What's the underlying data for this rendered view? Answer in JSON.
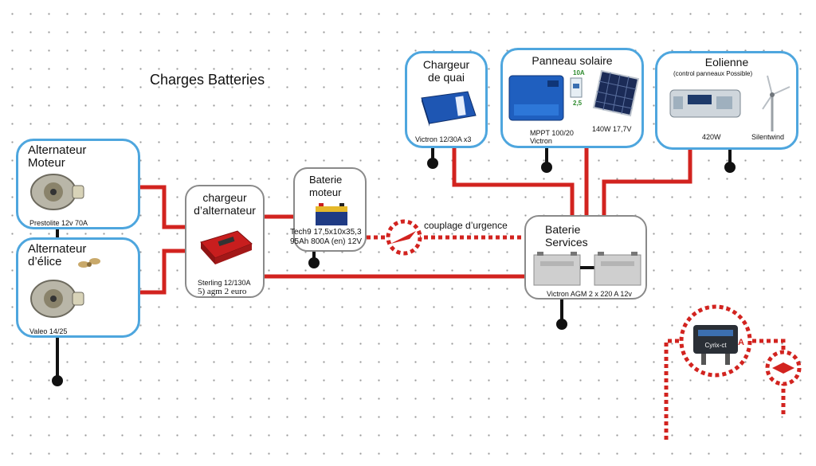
{
  "page_title": "Charges Batteries",
  "nodes": {
    "alt_engine": {
      "title_line1": "Alternateur",
      "title_line2": "Moteur",
      "caption": "Prestolite 12v 70A",
      "icon": "alternator-icon"
    },
    "alt_prop": {
      "title_line1": "Alternateur",
      "title_line2": "d’élice",
      "caption": "Valeo 14/25",
      "icon": "alternator-icon"
    },
    "alt_charger": {
      "title_line1": "chargeur",
      "title_line2": "d’alternateur",
      "caption_line1": "Sterling 12/130A",
      "caption_line2": "5) agm 2 euro",
      "icon": "charger-device-icon"
    },
    "engine_battery": {
      "title_line1": "Baterie",
      "title_line2": "moteur",
      "caption_line1": "Tech9 17,5x10x35,3",
      "caption_line2": "95Ah 800A (en) 12V",
      "icon": "car-battery-icon"
    },
    "shore_charger": {
      "title_line1": "Chargeur",
      "title_line2": "de quai",
      "caption": "Victron 12/30A  x3",
      "icon": "shore-charger-icon"
    },
    "solar": {
      "title": "Panneau solaire",
      "tag_top": "10A",
      "tag_bottom": "2,5",
      "caption_line1": "MPPT 100/20",
      "caption_line2": "Victron",
      "panel_caption": "140W 17,7V",
      "icon": "solar-panel-icon"
    },
    "wind": {
      "title": "Eolienne",
      "subtitle": "(control panneaux Possible)",
      "caption": "420W",
      "turbine_caption": "Silentwind",
      "icon": "wind-turbine-icon"
    },
    "service_battery": {
      "title_line1": "Baterie",
      "title_line2": "Services",
      "caption": "Victron AGM 2 x 220 A 12v",
      "icon": "agm-battery-icon"
    }
  },
  "emergency_coupling_label": "couplage d’urgence",
  "relay_label": "A",
  "relay_device_text": "Cyrix-ct",
  "colors": {
    "wire": "#d2231f",
    "ground": "#111111",
    "box_blue": "#4ea6de",
    "box_grey": "#8a8a8a"
  }
}
